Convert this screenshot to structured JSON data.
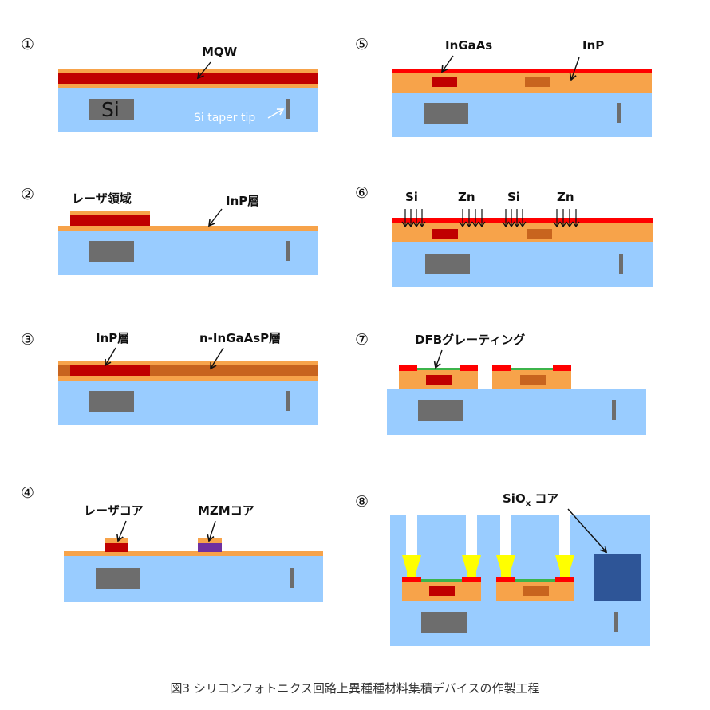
{
  "steps": {
    "s1": {
      "num": "①",
      "mqw": "MQW",
      "si": "Si",
      "taper": "Si taper tip"
    },
    "s2": {
      "num": "②",
      "laser_region": "レーザ領域",
      "inp_layer": "InP層"
    },
    "s3": {
      "num": "③",
      "inp_layer": "InP層",
      "ingaasp_layer": "n-InGaAsP層"
    },
    "s4": {
      "num": "④",
      "laser_core": "レーザコア",
      "mzm_core": "MZMコア"
    },
    "s5": {
      "num": "⑤",
      "ingaas": "InGaAs",
      "inp": "InP"
    },
    "s6": {
      "num": "⑥",
      "si_a": "Si",
      "zn_a": "Zn",
      "si_b": "Si",
      "zn_b": "Zn"
    },
    "s7": {
      "num": "⑦",
      "dfb": "DFBグレーティング"
    },
    "s8": {
      "num": "⑧",
      "siox": "SiO",
      "siox_sub": "x",
      "siox_core": " コア"
    }
  },
  "caption": "図3 シリコンフォトニクス回路上異種種材料集積デバイスの作製工程",
  "colors": {
    "silicon_oxide": "#99ccff",
    "silicon": "#6d6d6d",
    "inp": "#f7a34a",
    "laser_mqw": "#c00000",
    "mzm_ingaasp": "#c8641e",
    "contact": "#ff0000",
    "grating": "#3cb44b",
    "via": "#ffff00",
    "mzm_core": "#7030a0",
    "siox_core": "#2e5597"
  }
}
